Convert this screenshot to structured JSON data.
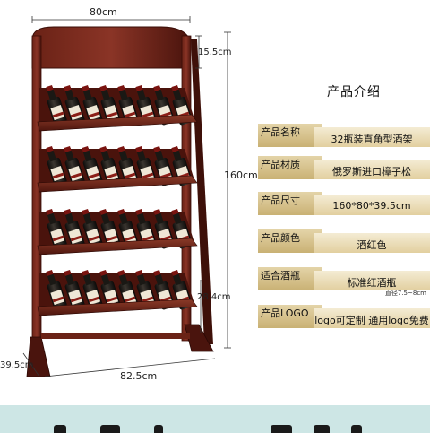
{
  "dimensions": {
    "width_top": "80cm",
    "header_height": "15.5cm",
    "total_height": "160cm",
    "shelf_gap": "28.4cm",
    "depth": "39.5cm",
    "base_width": "82.5cm"
  },
  "panel": {
    "title": "产品介绍",
    "rows": [
      {
        "label": "产品名称",
        "value": "32瓶装直角型酒架",
        "note": ""
      },
      {
        "label": "产品材质",
        "value": "俄罗斯进口樟子松",
        "note": ""
      },
      {
        "label": "产品尺寸",
        "value": "160*80*39.5cm",
        "note": ""
      },
      {
        "label": "产品颜色",
        "value": "酒红色",
        "note": ""
      },
      {
        "label": "适合酒瓶",
        "value": "标准红酒瓶",
        "note": "直径7.5~8cm"
      },
      {
        "label": "产品LOGO",
        "value": "logo可定制 通用logo免费",
        "note": ""
      }
    ]
  },
  "colors": {
    "wood": "#5a1a12",
    "wood_light": "#8a3426",
    "label_gold": "#d8c088",
    "band": "#cde6e5"
  }
}
